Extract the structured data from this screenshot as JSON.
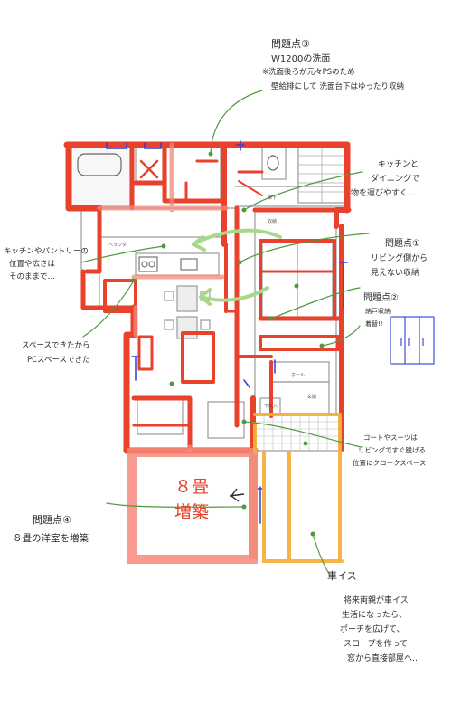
{
  "palette": {
    "red": "#e8412c",
    "salmon": "#f48a7a",
    "orange": "#f5b13c",
    "green": "#4f9a3e",
    "lightgreen": "#a8d88a",
    "blue": "#2f3fd6",
    "ink": "#2b2b2b"
  },
  "notes": {
    "n3_title": "問題点③",
    "n3_l1": "W1200の洗面",
    "n3_l2": "※洗面後ろが元々PSのため",
    "n3_l3": "壁給排にして 洗面台下はゆったり収納",
    "kitchen_l1": "キッチンと",
    "kitchen_l2": "ダイニングで",
    "kitchen_l3": "物を運びやすく…",
    "pantry_l1": "キッチンやパントリーの",
    "pantry_l2": "位置や広さは",
    "pantry_l3": "そのままで…",
    "n1_title": "問題点①",
    "n1_l1": "リビング側から",
    "n1_l2": "見えない収納",
    "n2_title": "問題点②",
    "n2_l1": "納戸収納",
    "n2_l2": "着替!!",
    "space_l1": "スペースできたから",
    "space_l2": "PCスペースできた",
    "coat_l1": "コートやスーツは",
    "coat_l2": "リビングですぐ脱げる",
    "coat_l3": "位置にクロークスペース",
    "n4_title": "問題点④",
    "n4_l1": "８畳の洋室を増築",
    "ext_l1": "８畳",
    "ext_l2": "増築",
    "wheel": "車イス",
    "bottom_l1": "将来両親が車イス",
    "bottom_l2": "生活になったら、",
    "bottom_l3": "ポーチを広げて、",
    "bottom_l4": "スロープを作って",
    "bottom_l5": "窓から直接部屋へ…"
  },
  "plan_labels": {
    "corridor": "廊下",
    "hall": "ホール",
    "entrance": "玄関",
    "shoebox": "下駄入",
    "veranda": "ベランダ",
    "storage": "収納"
  }
}
